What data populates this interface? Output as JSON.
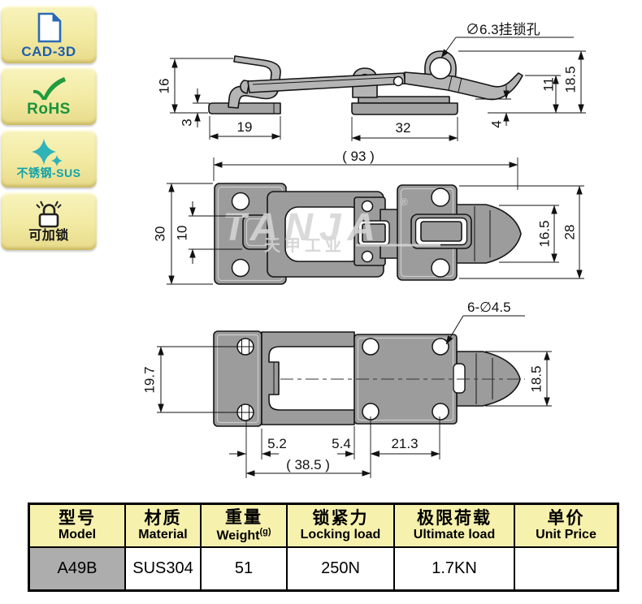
{
  "sidebar": {
    "badges": [
      {
        "label": "CAD-3D"
      },
      {
        "label": "RoHS"
      },
      {
        "label": "不锈钢-SUS"
      },
      {
        "label": "可加锁"
      }
    ]
  },
  "drawing": {
    "watermark": {
      "brand": "TANJA",
      "reg": "®",
      "company": "天甲工业"
    },
    "side_view": {
      "callout_padlock_hole": "∅6.3挂锁孔",
      "dim_hook_height": "16",
      "dim_plate_thickness": "3",
      "dim_hook_length": "19",
      "dim_base_length": "32",
      "dim_tip_height": "11",
      "dim_overall_height": "18.5",
      "dim_base_height": "4"
    },
    "dim_overall_length": "( 93 )",
    "plan_view": {
      "dim_body_width": "30",
      "dim_tab_width": "10",
      "dim_tongue_width": "16.5",
      "dim_plate_width": "28"
    },
    "bottom_view": {
      "callout_mount_holes": "6-∅4.5",
      "dim_hole_spacing": "19.7",
      "dim_tongue_width": "18.5",
      "dim_a": "5.2",
      "dim_b": "5.4",
      "dim_c": "21.3",
      "dim_overall": "( 38.5 )"
    }
  },
  "table": {
    "headers": [
      {
        "zh": "型号",
        "en": "Model"
      },
      {
        "zh": "材质",
        "en": "Material"
      },
      {
        "zh": "重量",
        "en": "Weight",
        "sup": "(g)"
      },
      {
        "zh": "锁紧力",
        "en": "Locking load"
      },
      {
        "zh": "极限荷载",
        "en": "Ultimate load"
      },
      {
        "zh": "单价",
        "en": "Unit Price"
      }
    ],
    "row": {
      "model": "A49B",
      "material": "SUS304",
      "weight": "51",
      "locking_load": "250N",
      "ultimate_load": "1.7KN",
      "unit_price": ""
    }
  },
  "colors": {
    "badge_bg": "#f2eaa2",
    "cad_blue": "#1e5fae",
    "rohs_green": "#18953c",
    "sus_teal": "#0fa3ab",
    "table_header_bg": "#f7f1ae",
    "model_cell_bg": "#adadad",
    "part_gray": "#9c9c9c"
  }
}
